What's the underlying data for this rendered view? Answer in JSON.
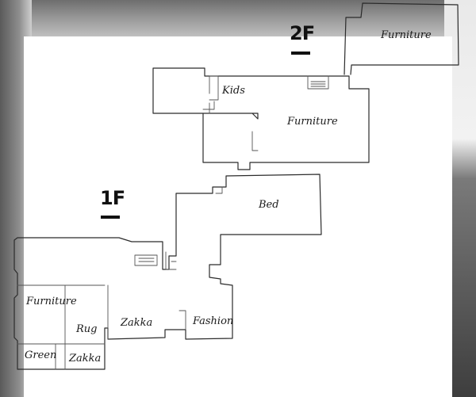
{
  "floors": {
    "second": {
      "label": "2F"
    },
    "first": {
      "label": "1F"
    }
  },
  "areas": {
    "furniture_2f_top": "Furniture",
    "kids": "Kids",
    "furniture_2f_main": "Furniture",
    "bed": "Bed",
    "furniture_1f": "Furniture",
    "rug": "Rug",
    "zakka_main": "Zakka",
    "fashion": "Fashion",
    "green": "Green",
    "zakka_small": "Zakka"
  },
  "colors": {
    "paper": "#ffffff",
    "ink": "#2b2b2b"
  }
}
